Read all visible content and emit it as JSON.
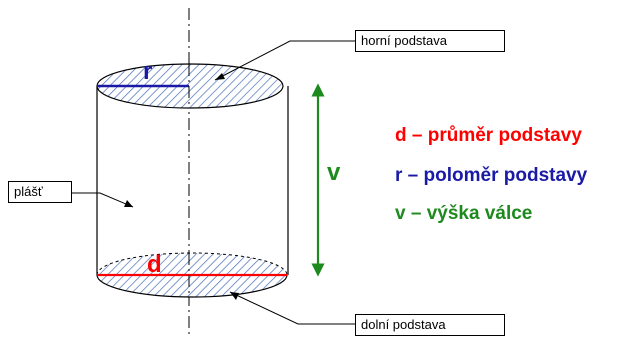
{
  "labels": {
    "top_base": "horní podstava",
    "bottom_base": "dolní podstava",
    "lateral_surface": "plášť"
  },
  "symbols": {
    "radius": "r",
    "diameter": "d",
    "height": "v"
  },
  "legend": [
    {
      "text": "d – průměr podstavy",
      "color": "#ff0000"
    },
    {
      "text": "r – poloměr podstavy",
      "color": "#1a1aa6"
    },
    {
      "text": "v – výška válce",
      "color": "#1e8a1e"
    }
  ],
  "colors": {
    "hatch": "#4a6fb8",
    "radius_line": "#1a1aa6",
    "diameter_line": "#ff0000",
    "height_arrow": "#1e8a1e",
    "outline": "#000000"
  }
}
